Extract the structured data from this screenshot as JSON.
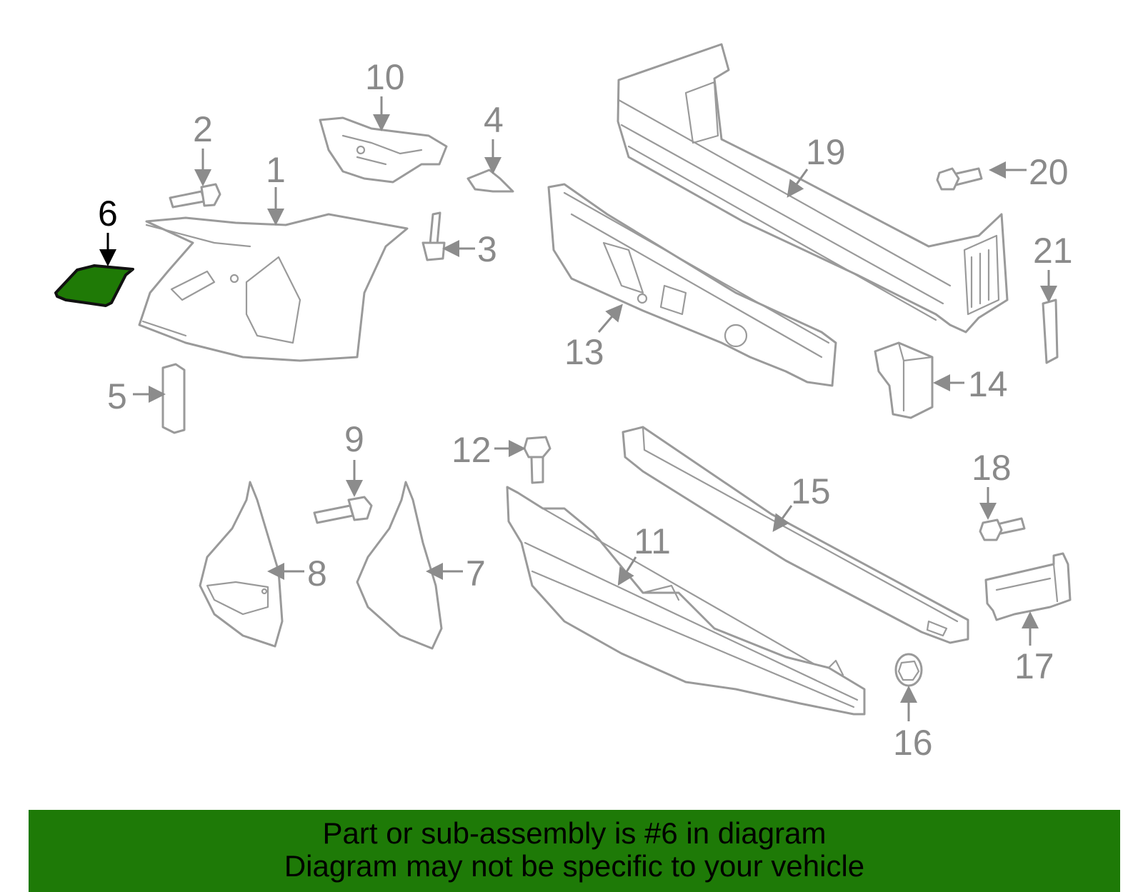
{
  "highlight_color": "#1e7a07",
  "highlighted_part": "6",
  "callouts": {
    "c1": "1",
    "c2": "2",
    "c3": "3",
    "c4": "4",
    "c5": "5",
    "c6": "6",
    "c7": "7",
    "c8": "8",
    "c9": "9",
    "c10": "10",
    "c11": "11",
    "c12": "12",
    "c13": "13",
    "c14": "14",
    "c15": "15",
    "c16": "16",
    "c17": "17",
    "c18": "18",
    "c19": "19",
    "c20": "20",
    "c21": "21"
  },
  "caption": {
    "line1": "Part or sub-assembly is #6 in diagram",
    "line2": "Diagram may not be specific to your vehicle"
  }
}
